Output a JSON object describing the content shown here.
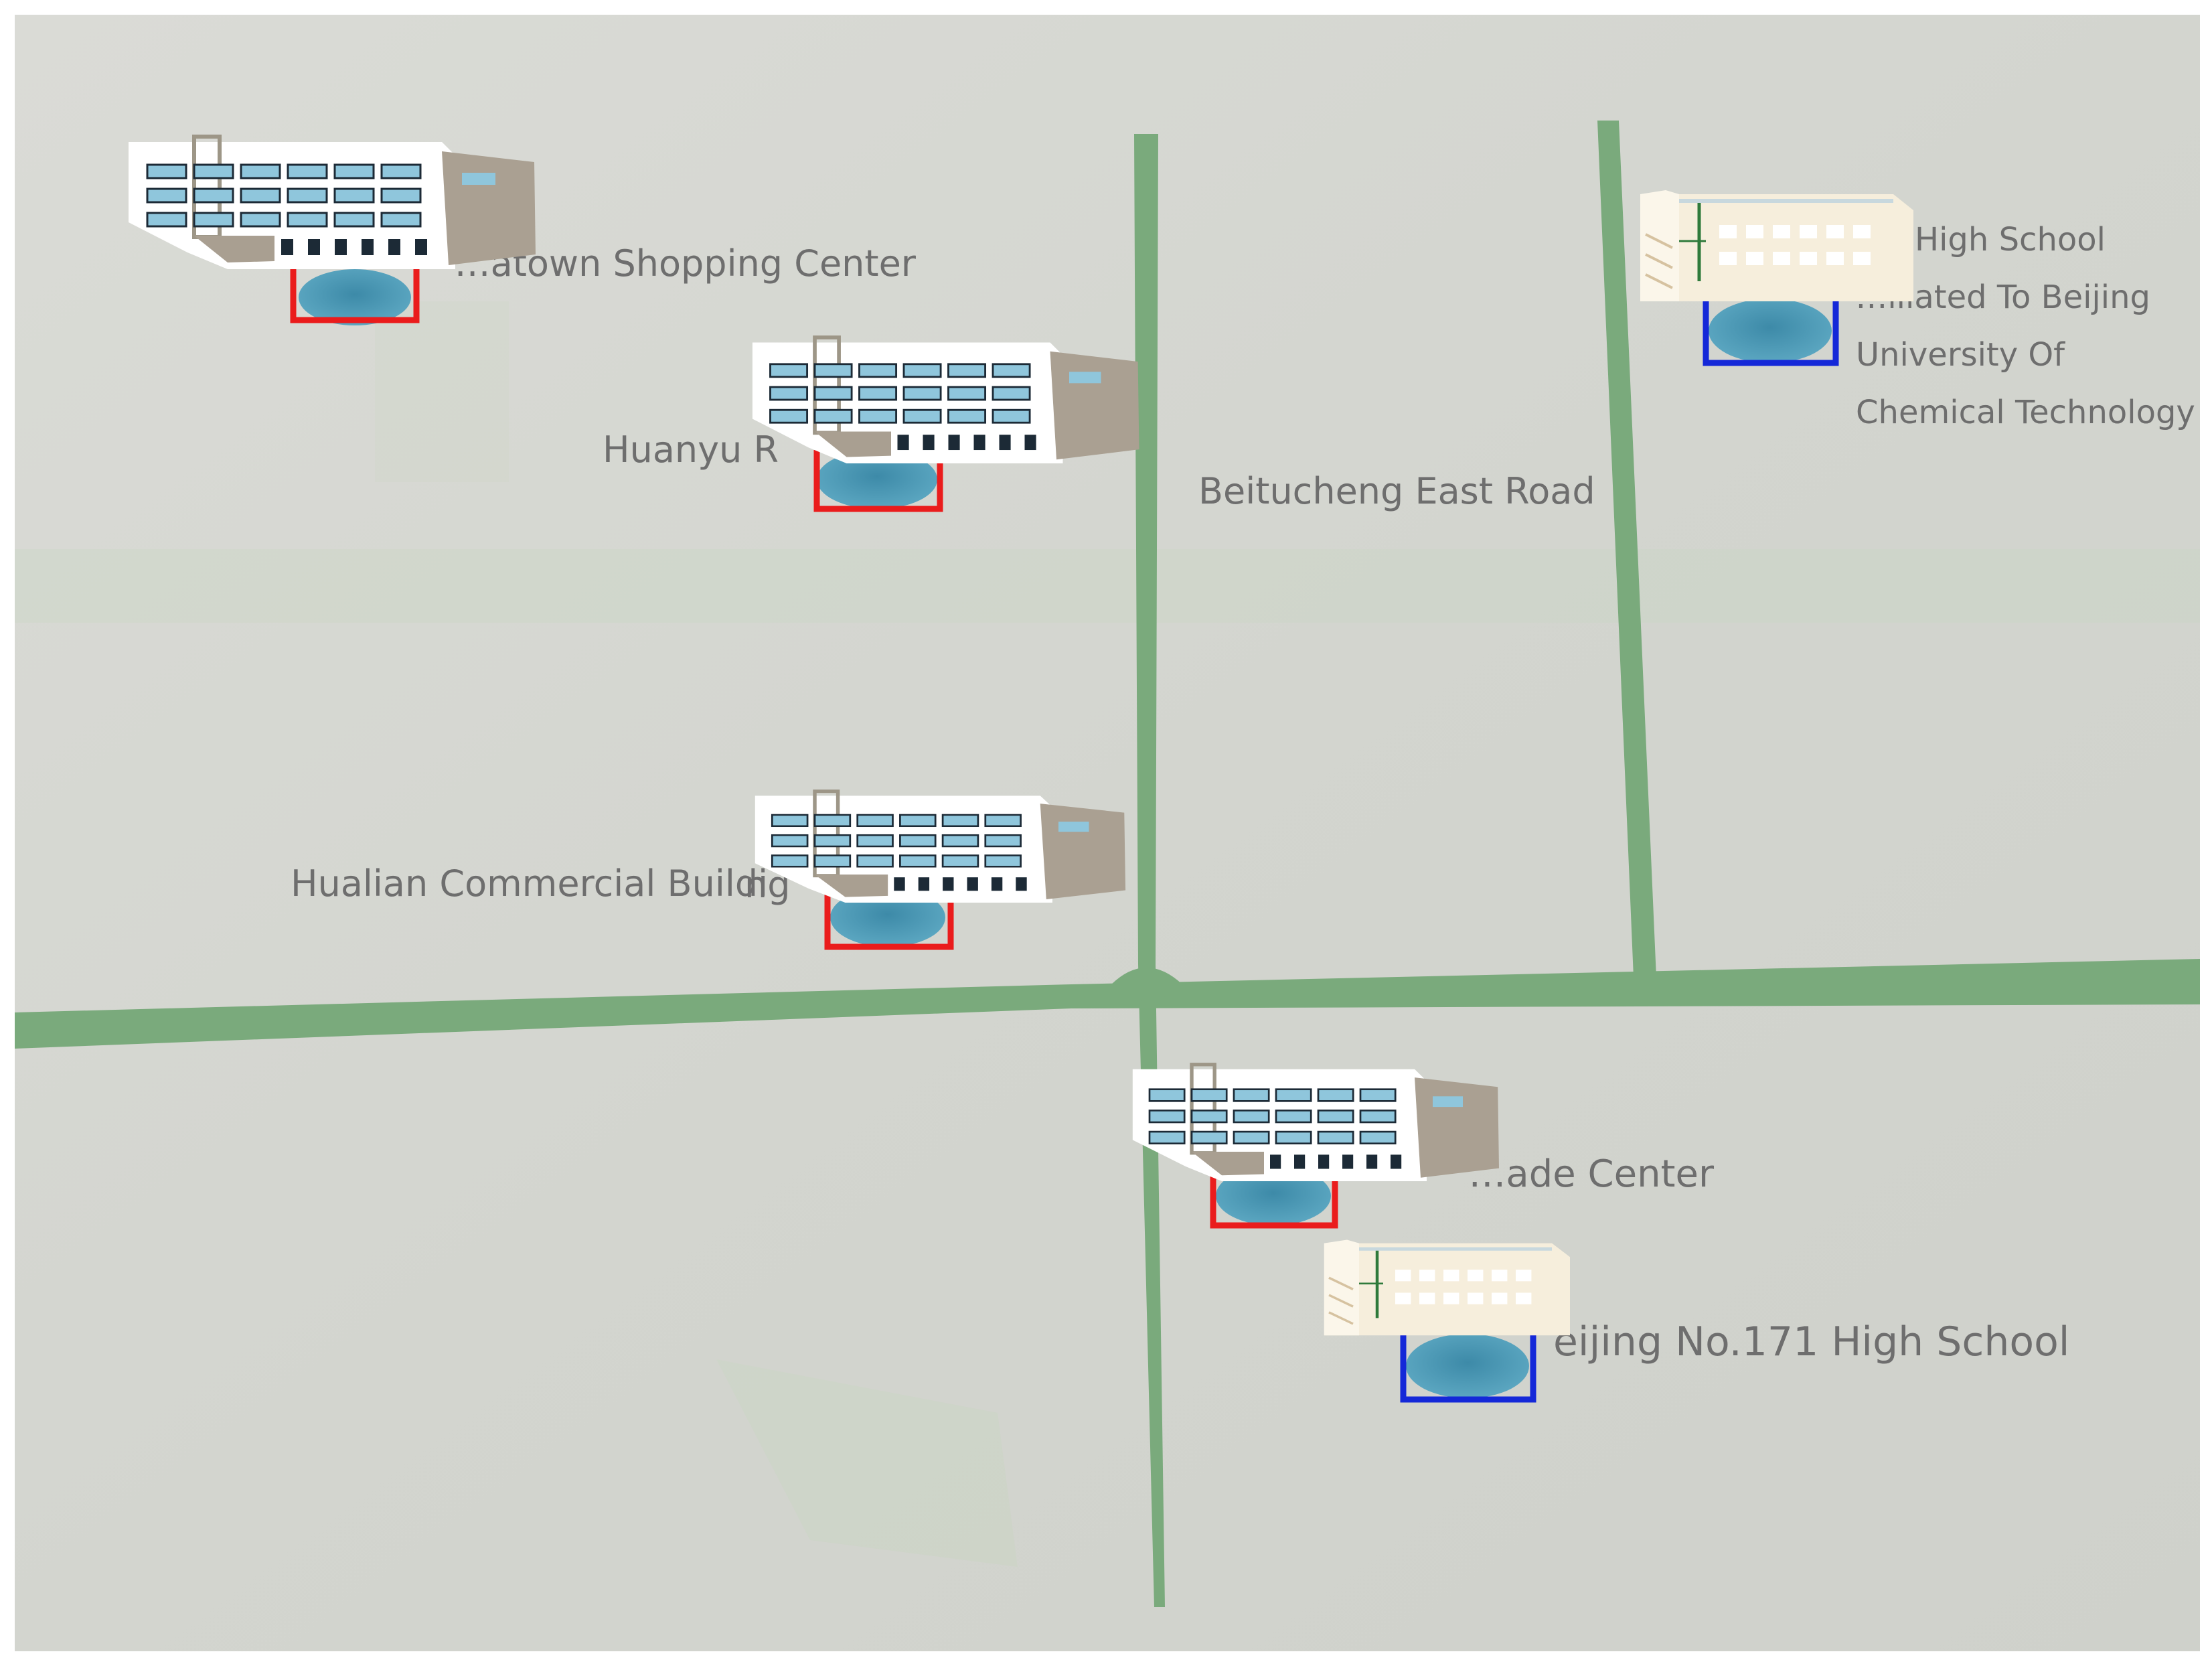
{
  "map": {
    "labels": {
      "chinatown": "…atown Shopping Center",
      "huanyu": "Huanyu R",
      "beitucheng": "Beitucheng East Road",
      "hualian": "Hualian Commercial Buildi",
      "hualian_tail": "ng",
      "global_trade": "…ade Center",
      "no171": "eijing No.171 High School",
      "hs_line1": "High School",
      "hs_line2": "…iliated To Beijing",
      "hs_line3": "University Of",
      "hs_line4": "Chemical Technology"
    },
    "markers": [
      {
        "id": "chinatown-shopping-center",
        "category": "commercial",
        "icon": "office-building-icon",
        "frame_color": "#ea1c1c"
      },
      {
        "id": "huanyu",
        "category": "commercial",
        "icon": "office-building-icon",
        "frame_color": "#ea1c1c"
      },
      {
        "id": "hualian-commercial-building",
        "category": "commercial",
        "icon": "office-building-icon",
        "frame_color": "#ea1c1c"
      },
      {
        "id": "global-trade-center",
        "category": "commercial",
        "icon": "office-building-icon",
        "frame_color": "#ea1c1c"
      },
      {
        "id": "beijing-no171-high-school",
        "category": "school",
        "icon": "school-building-icon",
        "frame_color": "#1428d8"
      },
      {
        "id": "high-school-affiliated",
        "category": "school",
        "icon": "school-building-icon",
        "frame_color": "#1428d8"
      }
    ],
    "colors": {
      "background": "#d9dad5",
      "road": "#7aaa7c",
      "commercial_frame": "#ea1c1c",
      "school_frame": "#1428d8",
      "marker_disc": "#4c9bb7",
      "label_text": "#6e6e6e"
    }
  }
}
